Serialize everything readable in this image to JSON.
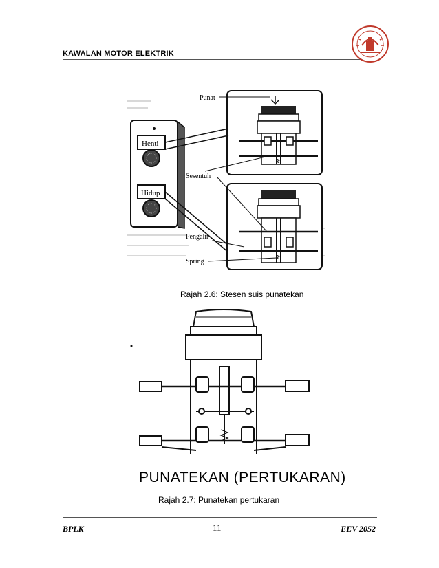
{
  "header": {
    "title": "KAWALAN MOTOR ELEKTRIK",
    "logo_icon": "college-crest-icon"
  },
  "figure1": {
    "labels": {
      "stop": "Henti",
      "start": "Hidup",
      "button": "Punat",
      "contact": "Sesentuh",
      "conductor": "Pengalir",
      "spring": "Spring"
    },
    "caption": "Rajah 2.6: Stesen suis punatekan"
  },
  "figure2": {
    "title": "PUNATEKAN (PERTUKARAN)",
    "caption": "Rajah 2.7: Punatekan pertukaran"
  },
  "footer": {
    "left": "BPLK",
    "page": "11",
    "right": "EEV 2052"
  },
  "colors": {
    "accent": "#c0392b",
    "ink": "#111111"
  }
}
